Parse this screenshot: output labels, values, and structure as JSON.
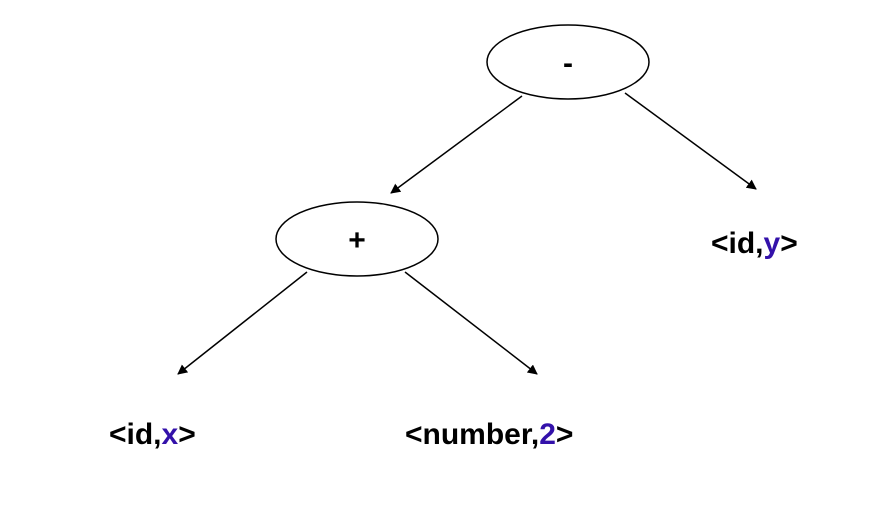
{
  "colors": {
    "text": "#000000",
    "value_accent": "#3311aa",
    "background": "#ffffff"
  },
  "tree": {
    "root": {
      "label": "-"
    },
    "plus": {
      "label": "+"
    },
    "leaf_x": {
      "prefix": "<id,",
      "value": "x",
      "suffix": ">"
    },
    "leaf_number": {
      "prefix": "<number,",
      "value": "2",
      "suffix": ">"
    },
    "leaf_y": {
      "prefix": "<id,",
      "value": "y",
      "suffix": ">"
    }
  }
}
